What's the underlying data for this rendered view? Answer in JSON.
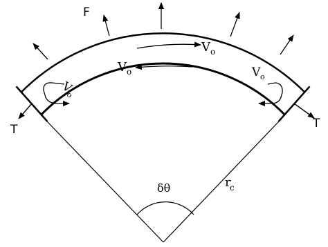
{
  "diagram": {
    "labels": {
      "force": "F",
      "tension_left": "T",
      "tension_right": "T",
      "velocity_top": "V",
      "velocity_top_sub": "o",
      "velocity_mid": "V",
      "velocity_mid_sub": "o",
      "velocity_left": "V",
      "velocity_left_sub": "o",
      "velocity_right": "V",
      "velocity_right_sub": "o",
      "angle": "δθ",
      "radius": "r",
      "radius_sub": "c"
    },
    "colors": {
      "ink": "#000000",
      "background": "#ffffff"
    }
  }
}
